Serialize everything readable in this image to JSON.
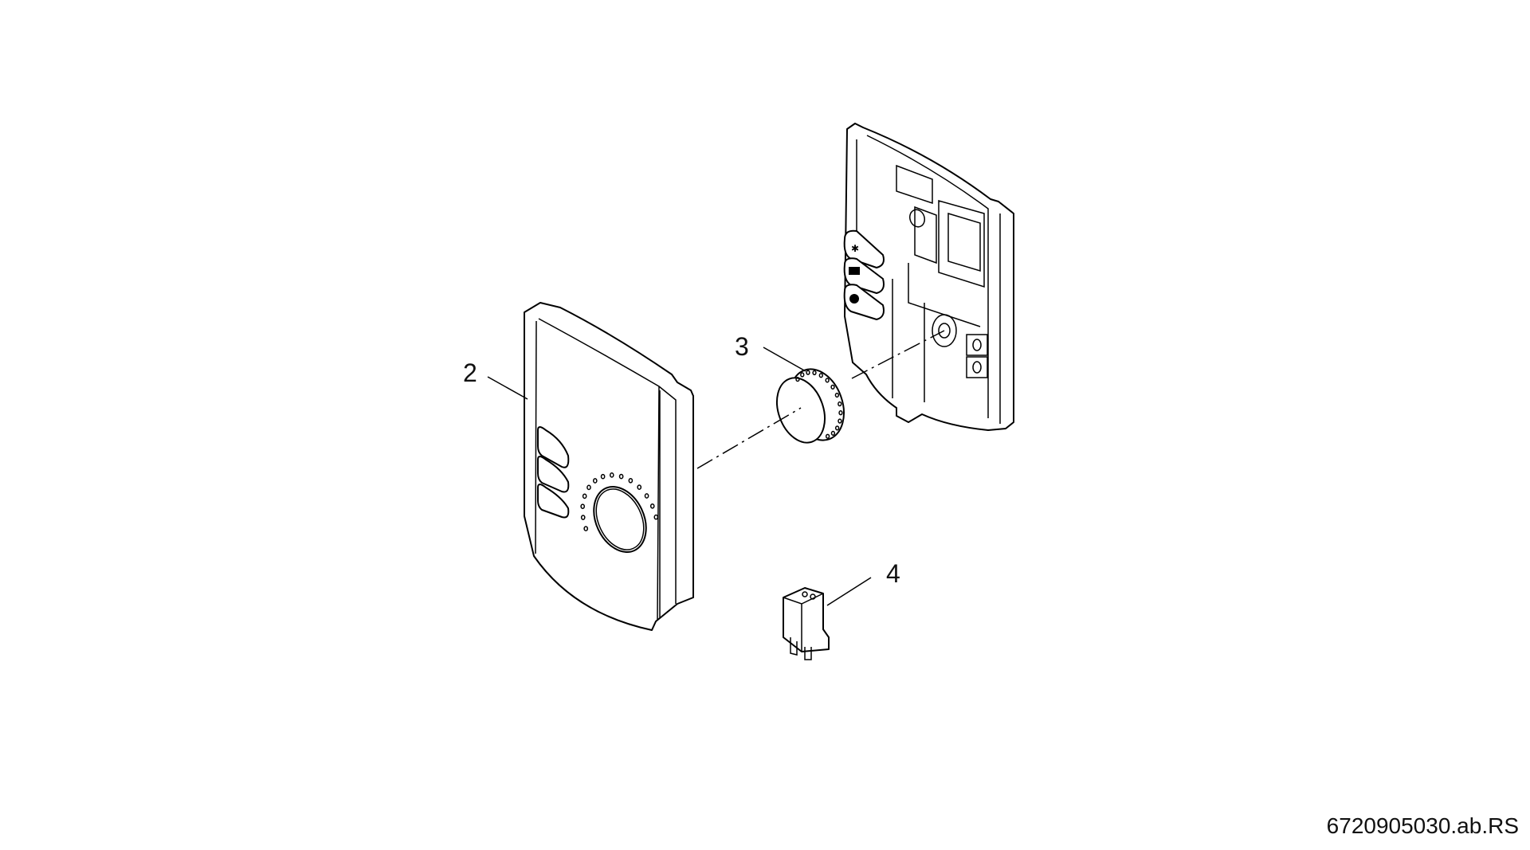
{
  "callouts": {
    "cover": "2",
    "knob": "3",
    "connector": "4"
  },
  "drawing_number": "6720905030.ab.RS"
}
